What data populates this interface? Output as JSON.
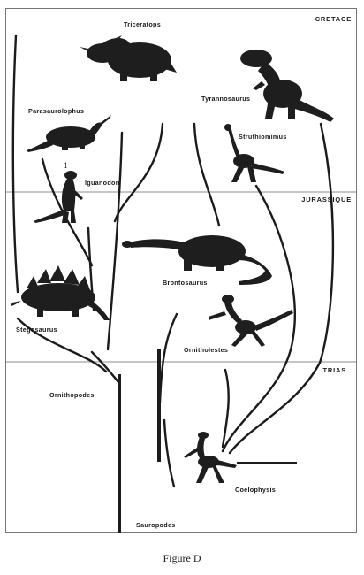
{
  "eras": {
    "cretace": "CRETACE",
    "jurassique": "JURASSIQUE",
    "trias": "TRIAS"
  },
  "dinosaurs": {
    "triceratops": "Triceratops",
    "tyrannosaurus": "Tyrannosaurus",
    "parasaurolophus": "Parasaurolophus",
    "struthiomimus": "Struthiomimus",
    "iguanodon": "Iguanodon",
    "brontosaurus": "Brontosaurus",
    "stegosaurus": "Stegosaurus",
    "ornitholestes": "Ornitholestes",
    "coelophysis": "Coelophysis"
  },
  "groups": {
    "ornithopodes": "Ornithopodes",
    "sauropodes": "Sauropodes"
  },
  "marker": "1",
  "caption": "Figure D",
  "colors": {
    "ink": "#1e1e1e",
    "background": "#ffffff"
  }
}
